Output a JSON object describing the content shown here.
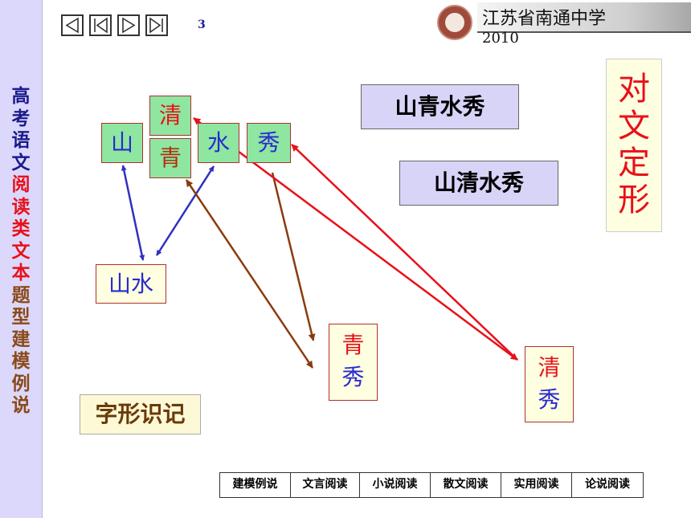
{
  "sidebar": {
    "title_chars": [
      {
        "char": "高",
        "color": "#1a1a8c"
      },
      {
        "char": "考",
        "color": "#1a1a8c"
      },
      {
        "char": "语",
        "color": "#1a1a8c"
      },
      {
        "char": "文",
        "color": "#1a1a8c"
      },
      {
        "char": "阅",
        "color": "#e8101a"
      },
      {
        "char": "读",
        "color": "#e8101a"
      },
      {
        "char": "类",
        "color": "#e8101a"
      },
      {
        "char": "文",
        "color": "#e8101a"
      },
      {
        "char": "本",
        "color": "#e8101a"
      },
      {
        "char": "题",
        "color": "#8a4a1a"
      },
      {
        "char": "型",
        "color": "#8a4a1a"
      },
      {
        "char": "建",
        "color": "#8a4a1a"
      },
      {
        "char": "模",
        "color": "#8a4a1a"
      },
      {
        "char": "例",
        "color": "#8a4a1a"
      },
      {
        "char": "说",
        "color": "#8a4a1a"
      }
    ]
  },
  "header": {
    "page_number": "3",
    "school_name": "江苏省南通中学",
    "year": "2010"
  },
  "nav_buttons": [
    {
      "name": "prev-page-button",
      "icon": "triangle-left-icon"
    },
    {
      "name": "first-page-button",
      "icon": "skip-first-icon"
    },
    {
      "name": "next-page-button",
      "icon": "triangle-right-icon"
    },
    {
      "name": "last-page-button",
      "icon": "skip-last-icon"
    }
  ],
  "chars": {
    "shan": "山",
    "qing_water": "清",
    "qing_green": "青",
    "shui": "水",
    "xiu": "秀",
    "shanshui": "山水"
  },
  "answers": {
    "qingxiu_1": "青",
    "qingxiu_2": "秀",
    "qingxiu_b1": "清",
    "qingxiu_b2": "秀"
  },
  "phrases": {
    "phrase1": "山青水秀",
    "phrase2": "山清水秀"
  },
  "side_note": [
    "对",
    "文",
    "定",
    "形"
  ],
  "label_zixing": "字形识记",
  "bottom_nav": [
    "建模例说",
    "文言阅读",
    "小说阅读",
    "散文阅读",
    "实用阅读",
    "论说阅读"
  ],
  "colors": {
    "green_box": "#8ee6a0",
    "chip_bg": "#d8d4f8",
    "cream_bg": "#fefee0",
    "blue_arrow": "#3030c0",
    "brown_arrow": "#8b3a0f",
    "red_arrow": "#e8101a"
  }
}
